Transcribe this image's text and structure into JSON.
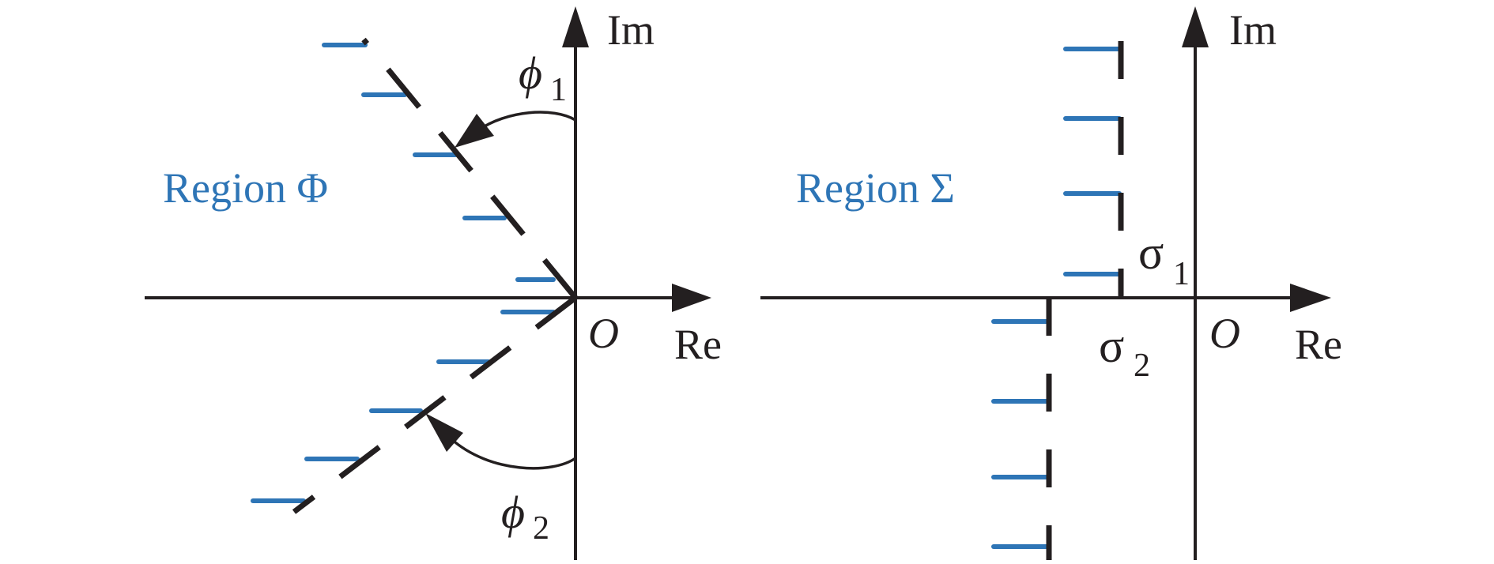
{
  "colors": {
    "axis": "#231f20",
    "hatch": "#2e75b6",
    "boundary": "#231f20"
  },
  "left_panel": {
    "region_label": "Region Φ",
    "im_label": "Im",
    "re_label": "Re",
    "origin_label": "O",
    "phi1_symbol": "ϕ",
    "phi1_sub": "1",
    "phi2_symbol": "ϕ",
    "phi2_sub": "2"
  },
  "right_panel": {
    "region_label": "Region Σ",
    "im_label": "Im",
    "re_label": "Re",
    "origin_label": "O",
    "sigma1_symbol": "σ",
    "sigma1_sub": "1",
    "sigma2_symbol": "σ",
    "sigma2_sub": "2"
  }
}
